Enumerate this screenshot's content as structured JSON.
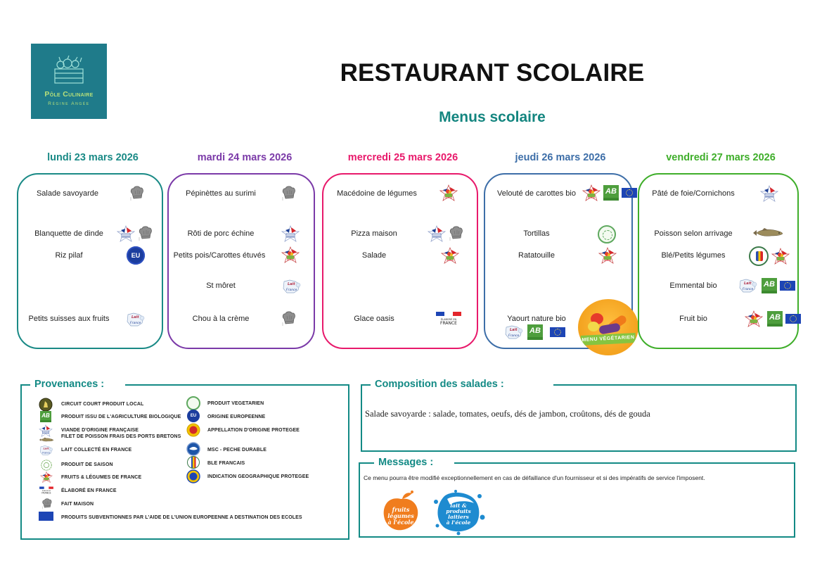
{
  "logo": {
    "name": "Pôle Culinaire",
    "subname": "Régine Angée"
  },
  "header": {
    "title": "RESTAURANT SCOLAIRE",
    "subtitle": "Menus scolaire"
  },
  "colors": {
    "teal": "#138a85",
    "monday": "#1a8a86",
    "tuesday": "#7b3aa8",
    "wednesday": "#e8196b",
    "thursday": "#3d6ea8",
    "friday": "#3fae2a"
  },
  "days": [
    {
      "date": "lundi 23 mars 2026",
      "items": [
        {
          "label": "Salade savoyarde",
          "icons": [
            "fait-maison"
          ]
        },
        {
          "label": "Blanquette de dinde",
          "icons": [
            "viande-francaise",
            "fait-maison"
          ]
        },
        {
          "label": "Riz pilaf",
          "icons": [
            "origine-europeenne"
          ]
        },
        {
          "label": "Petits suisses aux fruits",
          "icons": [
            "lait-france"
          ]
        }
      ]
    },
    {
      "date": "mardi 24 mars 2026",
      "items": [
        {
          "label": "Pépinèttes au surimi",
          "icons": [
            "fait-maison"
          ]
        },
        {
          "label": "Rôti de porc échine",
          "icons": [
            "viande-francaise"
          ]
        },
        {
          "label": "Petits pois/Carottes étuvés",
          "icons": [
            "fruits-legumes-france"
          ]
        },
        {
          "label": "St môret",
          "icons": [
            "lait-france"
          ]
        },
        {
          "label": "Chou à la crème",
          "icons": [
            "fait-maison"
          ]
        }
      ]
    },
    {
      "date": "mercredi 25 mars 2026",
      "items": [
        {
          "label": "Macédoine de légumes",
          "icons": [
            "fruits-legumes-france"
          ]
        },
        {
          "label": "Pizza maison",
          "icons": [
            "viande-francaise",
            "fait-maison"
          ]
        },
        {
          "label": "Salade",
          "icons": [
            "fruits-legumes-france"
          ]
        },
        {
          "label": "Glace oasis",
          "icons": [
            "elabore-france"
          ]
        }
      ]
    },
    {
      "date": "jeudi 26 mars 2026",
      "items": [
        {
          "label": "Velouté de carottes bio",
          "icons": [
            "fruits-legumes-france",
            "agriculture-biologique",
            "union-europeenne"
          ]
        },
        {
          "label": "Tortillas",
          "icons": [
            "produit-vegetarien"
          ]
        },
        {
          "label": "Ratatouille",
          "icons": [
            "fruits-legumes-france"
          ]
        },
        {
          "label": "Yaourt nature bio",
          "icons": [
            "lait-france",
            "agriculture-biologique",
            "union-europeenne"
          ]
        }
      ],
      "badge": "MENU VÉGÉTARIEN"
    },
    {
      "date": "vendredi 27 mars 2026",
      "items": [
        {
          "label": "Pâté de foie/Cornichons",
          "icons": [
            "viande-francaise"
          ]
        },
        {
          "label": "Poisson selon arrivage",
          "icons": [
            "poisson-bretons"
          ]
        },
        {
          "label": "Blé/Petits légumes",
          "icons": [
            "ble-francais",
            "fruits-legumes-france"
          ]
        },
        {
          "label": "Emmental bio",
          "icons": [
            "lait-france",
            "agriculture-biologique",
            "union-europeenne"
          ]
        },
        {
          "label": "Fruit bio",
          "icons": [
            "fruits-legumes-france",
            "agriculture-biologique",
            "union-europeenne"
          ]
        }
      ]
    }
  ],
  "provenances": {
    "title": "Provenances :",
    "left": [
      {
        "icon": "circuit-court",
        "label": "CIRCUIT COURT PRODUIT LOCAL"
      },
      {
        "icon": "agriculture-biologique",
        "label": "PRODUIT ISSU DE L'AGRICULTURE BIOLOGIQUE"
      },
      {
        "icon": "viande-francaise",
        "label": "VIANDE D'ORIGINE FRANÇAISE"
      },
      {
        "icon": "poisson-bretons",
        "label": "FILET DE POISSON FRAIS DES PORTS BRETONS"
      },
      {
        "icon": "lait-france",
        "label": "LAIT COLLECTÉ EN FRANCE"
      },
      {
        "icon": "produit-saison",
        "label": "PRODUIT DE SAISON"
      },
      {
        "icon": "fruits-legumes-france",
        "label": "FRUITS & LÉGUMES DE FRANCE"
      },
      {
        "icon": "elabore-france",
        "label": "ÉLABORÉ EN FRANCE"
      },
      {
        "icon": "fait-maison",
        "label": "FAIT MAISON"
      },
      {
        "icon": "union-europeenne",
        "label": "PRODUITS SUBVENTIONNES PAR L'AIDE DE L'UNION EUROPEENNE A DESTINATION DES ECOLES"
      }
    ],
    "right": [
      {
        "icon": "produit-vegetarien",
        "label": "PRODUIT VEGETARIEN"
      },
      {
        "icon": "origine-europeenne",
        "label": "ORIGINE EUROPEENNE"
      },
      {
        "icon": "aop",
        "label": "APPELLATION D'ORIGINE PROTEGEE"
      },
      {
        "icon": "msc",
        "label": "MSC - PECHE DURABLE"
      },
      {
        "icon": "ble-francais",
        "label": "BLE FRANCAIS"
      },
      {
        "icon": "igp",
        "label": "INDICATION GEOGRAPHIQUE PROTEGEE"
      }
    ]
  },
  "composition": {
    "title": "Composition des salades :",
    "text": "Salade savoyarde : salade, tomates, oeufs, dés de jambon, croûtons, dés de gouda"
  },
  "messages": {
    "title": "Messages :",
    "text": "Ce menu pourra être modifié exceptionnellement en cas de défaillance d'un fournisseur et si des impératifs de service l'imposent.",
    "logo_fruits": "fruits & légumes à l'école",
    "logo_lait": "lait & produits laitiers à l'école"
  },
  "icon_text": {
    "eu": "EU",
    "ab": "AB",
    "elabore": "ÉLABORÉ EN FRANCE"
  }
}
